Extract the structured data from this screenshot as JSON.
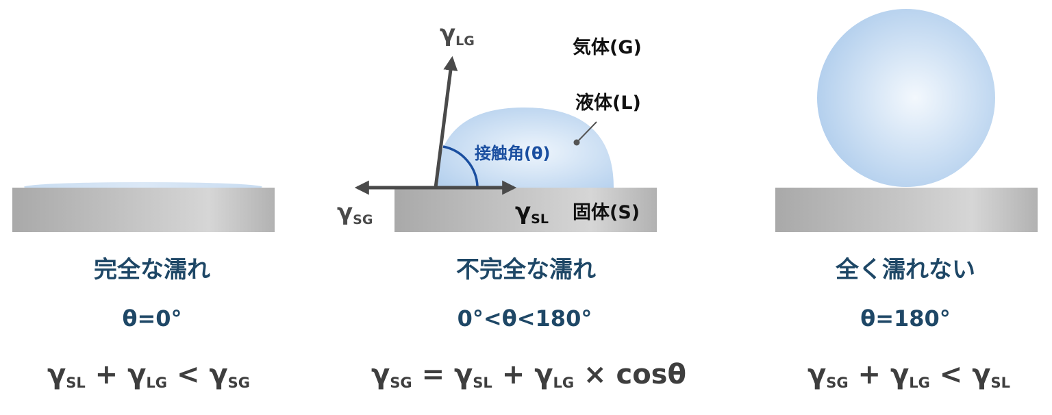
{
  "colors": {
    "caption": "#1e4766",
    "formula": "#3e3e3e",
    "arrow": "#4a4a4a",
    "angle_arc": "#1b4fa0",
    "liquid": "#bcd5ee",
    "solid": "#b4b4b4"
  },
  "panels": [
    {
      "caption": "完全な濡れ",
      "angle": "θ=0°",
      "formula": [
        {
          "g": "γ",
          "s": "SL"
        },
        {
          "op": "+"
        },
        {
          "g": "γ",
          "s": "LG"
        },
        {
          "op": "<"
        },
        {
          "g": "γ",
          "s": "SG"
        }
      ]
    },
    {
      "caption": "不完全な濡れ",
      "angle": "0°<θ<180°",
      "formula": [
        {
          "g": "γ",
          "s": "SG"
        },
        {
          "op": "="
        },
        {
          "g": "γ",
          "s": "SL"
        },
        {
          "op": "+"
        },
        {
          "g": "γ",
          "s": "LG"
        },
        {
          "op": "×"
        },
        {
          "t": "cosθ"
        }
      ]
    },
    {
      "caption": "全く濡れない",
      "angle": "θ=180°",
      "formula": [
        {
          "g": "γ",
          "s": "SG"
        },
        {
          "op": "+"
        },
        {
          "g": "γ",
          "s": "LG"
        },
        {
          "op": "<"
        },
        {
          "g": "γ",
          "s": "SL"
        }
      ]
    }
  ],
  "labels": {
    "gas": "気体(G)",
    "liquid": "液体(L)",
    "solid": "固体(S)",
    "contact_angle": "接触角(θ)",
    "gamma": "γ",
    "lg": "LG",
    "sg": "SG",
    "sl": "SL"
  }
}
